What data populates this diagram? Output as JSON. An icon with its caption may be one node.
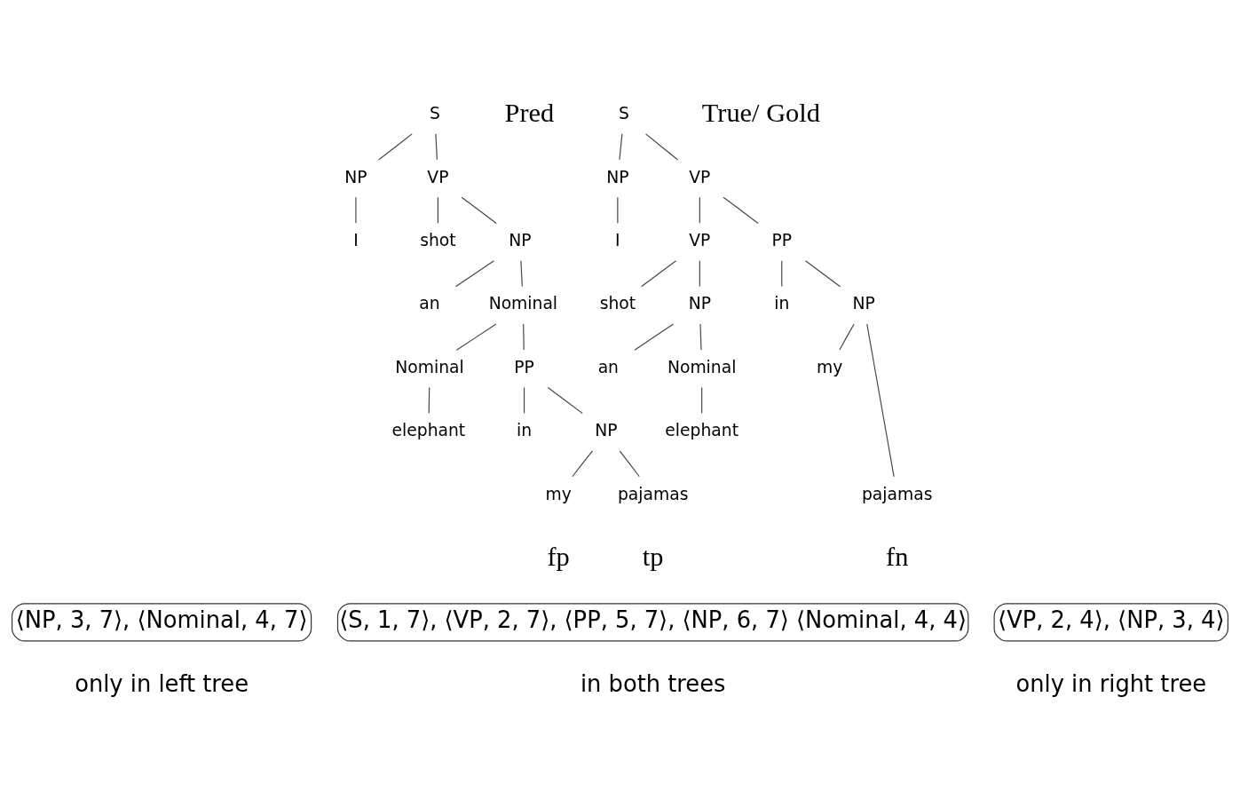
{
  "diagram": {
    "nodes": [
      {
        "text": [
          "S"
        ]
      },
      {
        "text": [
          "NP"
        ]
      },
      {
        "text": [
          "VP"
        ]
      },
      {
        "text": [
          "I"
        ]
      },
      {
        "text": [
          "shot"
        ]
      },
      {
        "text": [
          "NP"
        ]
      },
      {
        "text": [
          "an"
        ]
      },
      {
        "text": [
          "Nominal"
        ]
      },
      {
        "text": [
          "Nominal"
        ]
      },
      {
        "text": [
          "PP"
        ]
      },
      {
        "text": [
          "elephant"
        ]
      },
      {
        "text": [
          "in"
        ]
      },
      {
        "text": [
          "NP"
        ]
      },
      {
        "text": [
          "my"
        ]
      },
      {
        "text": [
          "pajamas"
        ]
      },
      {
        "text": [
          "S"
        ]
      },
      {
        "text": [
          "NP"
        ]
      },
      {
        "text": [
          "VP"
        ]
      },
      {
        "text": [
          "I"
        ]
      },
      {
        "text": [
          "VP"
        ]
      },
      {
        "text": [
          "PP"
        ]
      },
      {
        "text": [
          "shot"
        ]
      },
      {
        "text": [
          "NP"
        ]
      },
      {
        "text": [
          "in"
        ]
      },
      {
        "text": [
          "NP"
        ]
      },
      {
        "text": [
          "an"
        ]
      },
      {
        "text": [
          "Nominal"
        ]
      },
      {
        "text": [
          "my"
        ]
      },
      {
        "text": [
          "pajamas"
        ]
      },
      {
        "text": [
          "elephant"
        ]
      }
    ],
    "edges": [
      {
        "from": 0,
        "to": 1,
        "arrow": "none"
      },
      {
        "from": 0,
        "to": 2,
        "arrow": "none"
      },
      {
        "from": 1,
        "to": 3,
        "arrow": "none"
      },
      {
        "from": 2,
        "to": 4,
        "arrow": "none"
      },
      {
        "from": 2,
        "to": 5,
        "arrow": "none"
      },
      {
        "from": 5,
        "to": 6,
        "arrow": "none"
      },
      {
        "from": 5,
        "to": 7,
        "arrow": "none"
      },
      {
        "from": 7,
        "to": 8,
        "arrow": "none"
      },
      {
        "from": 7,
        "to": 9,
        "arrow": "none"
      },
      {
        "from": 8,
        "to": 10,
        "arrow": "none"
      },
      {
        "from": 9,
        "to": 11,
        "arrow": "none"
      },
      {
        "from": 9,
        "to": 12,
        "arrow": "none"
      },
      {
        "from": 12,
        "to": 13,
        "arrow": "none"
      },
      {
        "from": 12,
        "to": 14,
        "arrow": "none"
      },
      {
        "from": 15,
        "to": 16,
        "arrow": "none"
      },
      {
        "from": 15,
        "to": 17,
        "arrow": "none"
      },
      {
        "from": 16,
        "to": 18,
        "arrow": "none"
      },
      {
        "from": 17,
        "to": 19,
        "arrow": "none"
      },
      {
        "from": 17,
        "to": 20,
        "arrow": "none"
      },
      {
        "from": 19,
        "to": 21,
        "arrow": "none"
      },
      {
        "from": 19,
        "to": 22,
        "arrow": "none"
      },
      {
        "from": 20,
        "to": 23,
        "arrow": "none"
      },
      {
        "from": 20,
        "to": 24,
        "arrow": "none"
      },
      {
        "from": 22,
        "to": 25,
        "arrow": "none"
      },
      {
        "from": 22,
        "to": 26,
        "arrow": "none"
      },
      {
        "from": 24,
        "to": 27,
        "arrow": "none"
      },
      {
        "from": 24,
        "to": 28,
        "arrow": "none"
      },
      {
        "from": 26,
        "to": 29,
        "arrow": "none"
      }
    ],
    "labels": [
      "Pred",
      "True/ Gold",
      "fp",
      "tp",
      "fn",
      "⟨NP, 3, 7⟩, ⟨Nominal, 4, 7⟩",
      "⟨S, 1, 7⟩, ⟨VP, 2, 7⟩, ⟨PP, 5, 7⟩, ⟨NP, 6, 7⟩ ⟨Nominal, 4, 4⟩",
      "⟨VP, 2, 4⟩, ⟨NP, 3, 4⟩",
      "only in left tree",
      "in both trees",
      "only in right tree"
    ]
  }
}
